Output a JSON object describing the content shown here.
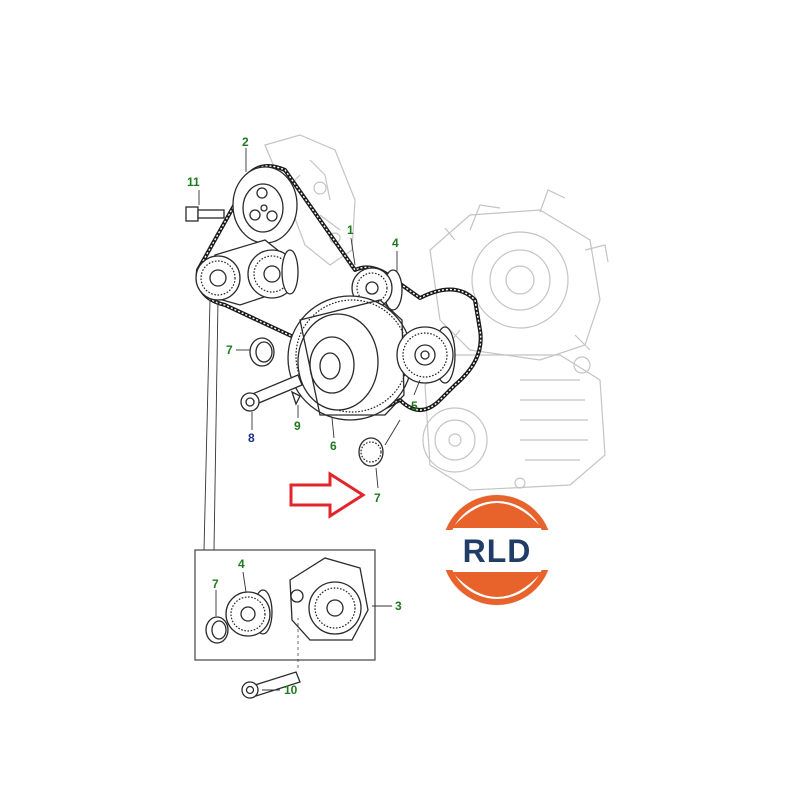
{
  "callouts": {
    "c1": "1",
    "c2": "2",
    "c3": "3",
    "c4_top": "4",
    "c4_inset": "4",
    "c5": "5",
    "c6": "6",
    "c7_left": "7",
    "c7_arrow": "7",
    "c7_inset": "7",
    "c8": "8",
    "c9": "9",
    "c10": "10",
    "c11": "11"
  },
  "logo": {
    "text": "RLD"
  },
  "colors": {
    "callout_green": "#1e7a1e",
    "callout_blue": "#1a2f8a",
    "arrow_red": "#e0262a",
    "logo_orange": "#e8622c",
    "logo_text": "#1f3d66"
  }
}
